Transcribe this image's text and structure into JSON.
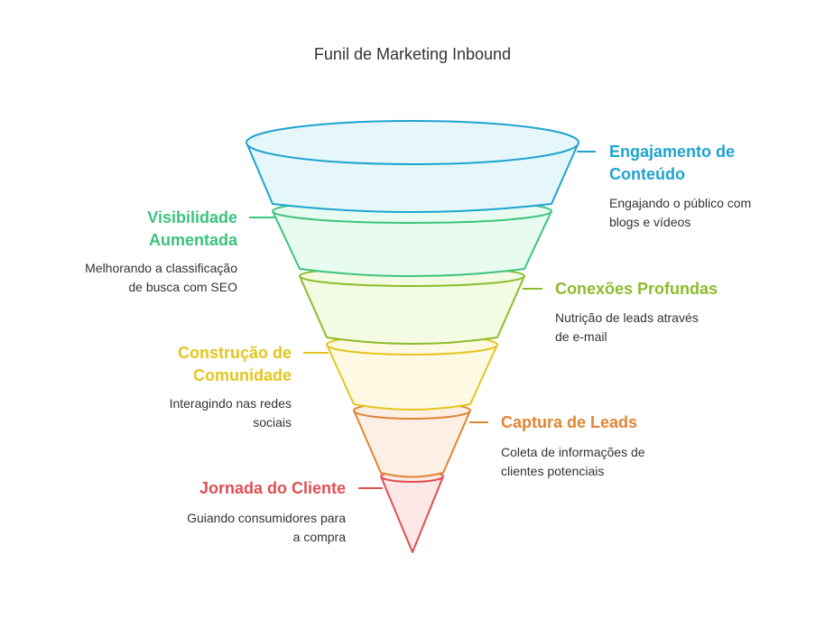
{
  "title": "Funil de Marketing Inbound",
  "stages": [
    {
      "label": "Engajamento de\nConteúdo",
      "description": "Engajando o público com\nblogs e vídeos",
      "color": "#1ea3cf",
      "fill": "#e6f7fb"
    },
    {
      "label": "Visibilidade\nAumentada",
      "description": "Melhorando a classificação\nde busca com SEO",
      "color": "#3cc37e",
      "fill": "#e8fbf0"
    },
    {
      "label": "Conexões Profundas",
      "description": "Nutrição de leads através\nde e-mail",
      "color": "#8dbb2c",
      "fill": "#f3fbe3"
    },
    {
      "label": "Construção de\nComunidade",
      "description": "Interagindo nas redes\nsociais",
      "color": "#e3c61c",
      "fill": "#fdf9e2"
    },
    {
      "label": "Captura de Leads",
      "description": "Coleta de informações de\nclientes potenciais",
      "color": "#e08534",
      "fill": "#fdefe4"
    },
    {
      "label": "Jornada do Cliente",
      "description": "Guiando consumidores para\na compra",
      "color": "#e04f52",
      "fill": "#fde8e8"
    }
  ]
}
